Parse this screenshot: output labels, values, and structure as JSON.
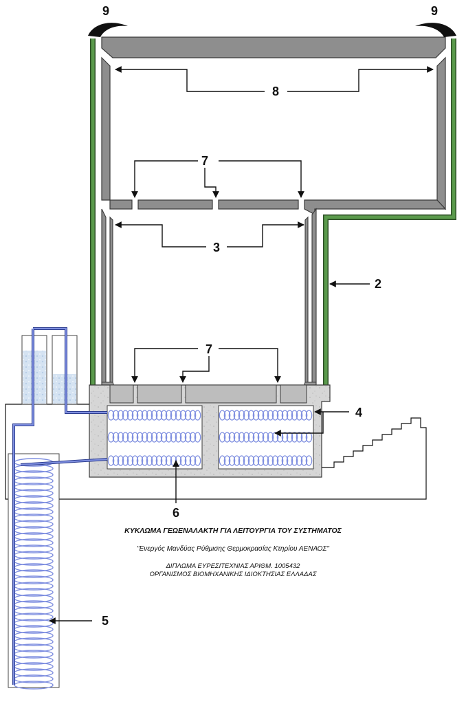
{
  "labels": {
    "l9": "9",
    "l8": "8",
    "l7": "7",
    "l3": "3",
    "l2": "2",
    "l4": "4",
    "l6": "6",
    "l5": "5"
  },
  "caption": {
    "title": "ΚΥΚΛΩΜΑ ΓΕΩΕΝΑΛΑΚΤΗ ΓΙΑ ΛΕΙΤΟΥΡΓΙΑ ΤΟΥ ΣΥΣΤΗΜΑΤΟΣ",
    "subtitle": "\"Ενεργός Μανδύας Ρύθμισης Θερμοκρασίας Κτηρίου ΑΕΝΑΟΣ\"",
    "line1": "ΔΙΠΛΩΜΑ ΕΥΡΕΣΙΤΕΧΝΙΑΣ ΑΡΙΘΜ. 1005432",
    "line2": "ΟΡΓΑΝΙΣΜΟΣ ΒΙΟΜΗΧΑΝΙΚΗΣ ΙΔΙΟΚΤΗΣΙΑΣ ΕΛΛΑΔΑΣ"
  },
  "colors": {
    "wall": "#8e8e8e",
    "wall_dark": "#555555",
    "green_pipe": "#5a9a4c",
    "coil": "#7f8fe0",
    "concrete": "#d9d9d9",
    "water": "#c5d8ee"
  }
}
